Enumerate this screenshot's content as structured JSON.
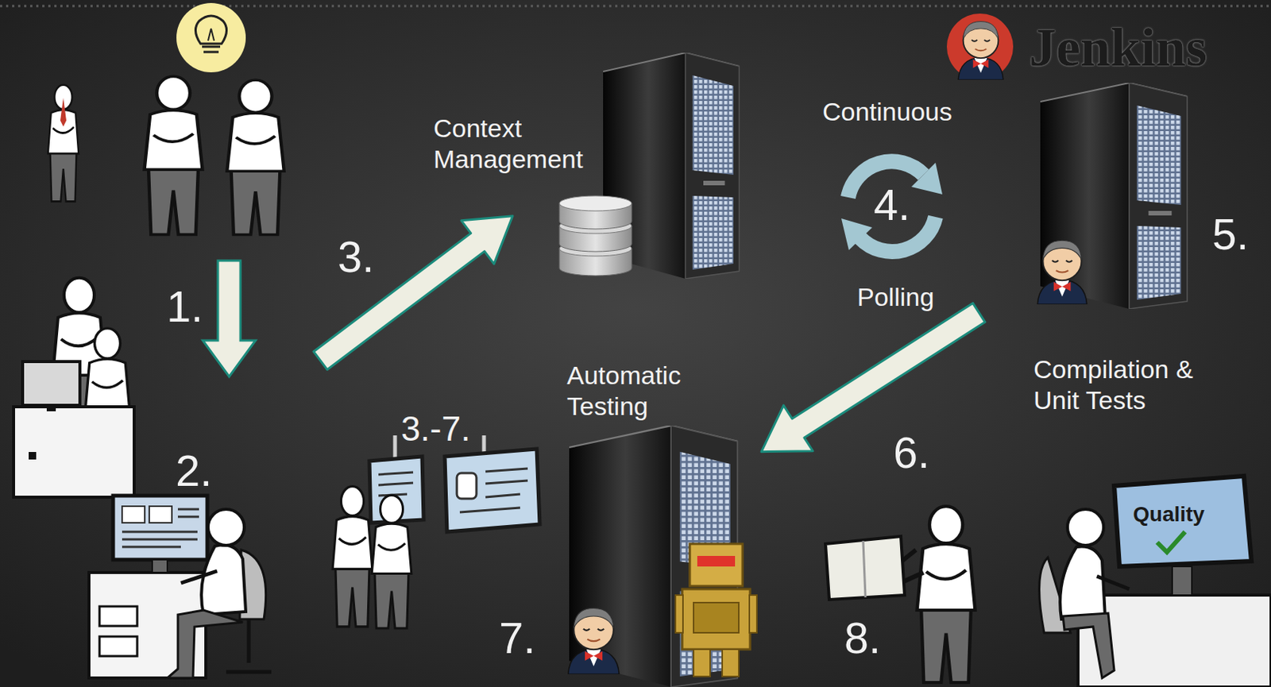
{
  "diagram": {
    "nodes": [
      {
        "text": [
          "Context Management"
        ]
      },
      {
        "text": [
          "Compilation & Unit Tests"
        ]
      },
      {
        "text": [
          "2."
        ]
      },
      {
        "text": [
          "Automatic Testing"
        ]
      }
    ],
    "edges": [
      {
        "from": 2,
        "to": 0,
        "arrow": "to",
        "label": "3."
      },
      {
        "from": 1,
        "to": 3,
        "arrow": "to"
      }
    ],
    "labels": [
      "Jenkins",
      "Continuous",
      "4.",
      "1.",
      "5.",
      "Polling",
      "3.-7.",
      "6.",
      "7.",
      "8.",
      "Quality"
    ]
  }
}
